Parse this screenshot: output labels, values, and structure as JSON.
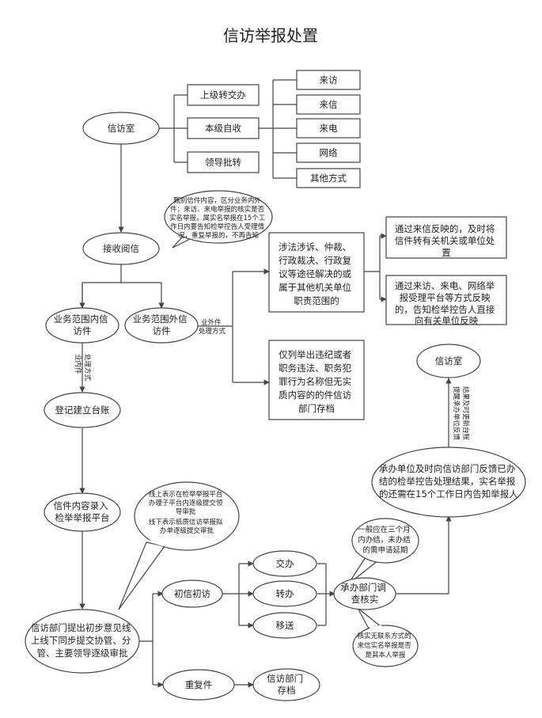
{
  "title": "信访举报处置",
  "nodes": {
    "xinfangshi": "信访室",
    "shangji": "上级转交办",
    "benji": "本级自收",
    "lingdao": "领导批转",
    "laifang": "来访",
    "laixin": "来信",
    "laidian": "来电",
    "wangluo": "网络",
    "qita": "其他方式",
    "jieshou": "接收阅信",
    "yewunei": [
      "业务范围内信",
      "访件"
    ],
    "yewuwai": [
      "业务范围外信",
      "访件"
    ],
    "shefa": [
      "涉法涉诉、仲裁、",
      "行政裁决、行政复",
      "议等途径解决的或",
      "属于其他机关单位",
      "职责范围的"
    ],
    "zhuanjiao": [
      "通过来信反映的，及时将",
      "信件转有关机关或单位处",
      "置"
    ],
    "gaozhi": [
      "通过来访、来电、网络举",
      "报受理平台等方式反映",
      "的，告知检举控告人直接",
      "向有关单位反映"
    ],
    "cundang": [
      "仅列举出违纪或者",
      "职务违法、职务犯",
      "罪行为名称但无实",
      "质内容的的件信访",
      "部门存档"
    ],
    "dengji": "登记建立台账",
    "luru": [
      "信件内容录入",
      "检举举报平台"
    ],
    "tichu": [
      "信访部门提出初步意见线",
      "上线下同步提交协管、分",
      "管、主要领导逐级审批"
    ],
    "chuxin": "初信初访",
    "chongfu": "重复件",
    "jiaoban": "交办",
    "zhuanban": "转办",
    "yisong": "移送",
    "xfbm_cundang": [
      "信访部门",
      "存档"
    ],
    "chengban": [
      "承办部门调",
      "查核实"
    ],
    "fankui": [
      "承办单位及时向信访部门反馈已办",
      "结的检举控告处理结果，实名举报",
      "的还需在15个工作日内告知举报人"
    ],
    "xinfangshi2": "信访室"
  },
  "callouts": {
    "jianbie": [
      "甄别信件内容，区分业务内外",
      "件；来访、来电举报的核实是否",
      "实名举报，属实名举报在15个工",
      "作日内要告知检举控告人受理情",
      "况，重复举报的，不再告知"
    ],
    "xianshang": [
      "线上表示在检举举报平台",
      "办理子平台内逐级提交领",
      "导审批",
      "线下表示纸质信访举报拟",
      "办单逐级提交审批"
    ],
    "sange": [
      "一般应在三个月",
      "内办结，未办结",
      "的需申请延期"
    ],
    "heshi": [
      "核实无联系方式的",
      "来信实名举报是否",
      "是其本人举报"
    ]
  },
  "edge_labels": {
    "yewunei_way": [
      "业内件",
      "处理方式"
    ],
    "yewuwai_way": [
      "业外件",
      "处理方式"
    ],
    "fankui_up": [
      "提醒承办单位反馈",
      "结果及时更新台账"
    ]
  }
}
